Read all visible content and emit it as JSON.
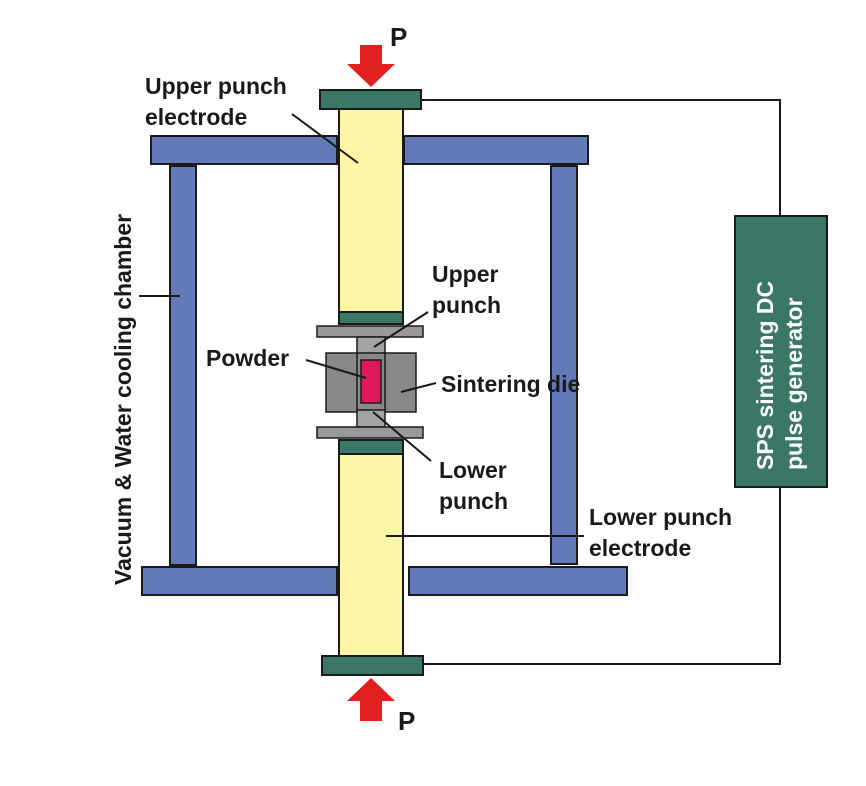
{
  "labels": {
    "pressure_top": "P",
    "pressure_bottom": "P",
    "upper_punch_electrode_line1": "Upper punch",
    "upper_punch_electrode_line2": "electrode",
    "upper_punch_line1": "Upper",
    "upper_punch_line2": "punch",
    "powder": "Powder",
    "sintering_die": "Sintering die",
    "lower_punch_line1": "Lower",
    "lower_punch_line2": "punch",
    "lower_punch_electrode_line1": "Lower punch",
    "lower_punch_electrode_line2": "electrode",
    "chamber": "Vacuum & Water cooling chamber",
    "generator_line1": "SPS sintering DC",
    "generator_line2": "pulse generator"
  },
  "colors": {
    "frame": "#6479b8",
    "electrode": "#fbf7a6",
    "cap": "#3b7766",
    "die": "#888888",
    "powder": "#e0195c",
    "arrow": "#e01f1f",
    "generator": "#3b7766"
  }
}
